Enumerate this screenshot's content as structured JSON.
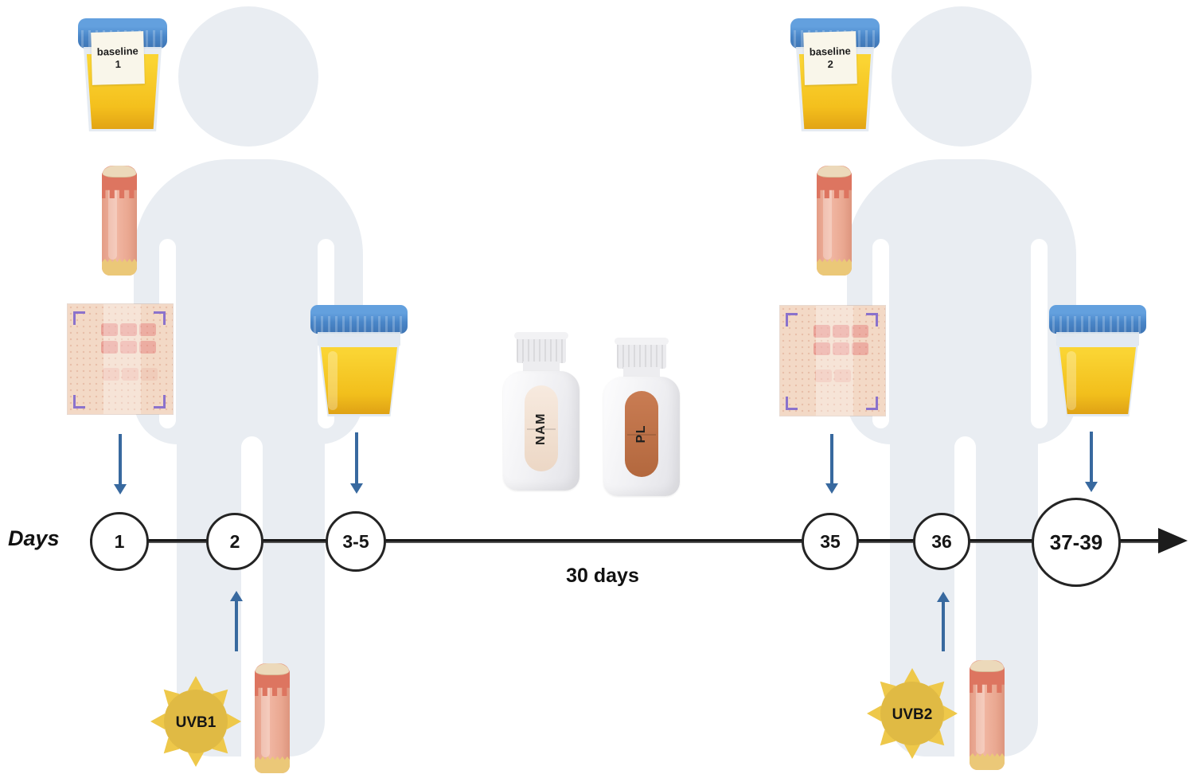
{
  "diagram": {
    "axis_label": "Days",
    "interval_label": "30 days",
    "timeline_points": [
      "1",
      "2",
      "3-5",
      "35",
      "36",
      "37-39"
    ],
    "baseline_samples": [
      {
        "line1": "baseline",
        "line2": "1"
      },
      {
        "line1": "baseline",
        "line2": "2"
      }
    ],
    "pill_bottles": [
      {
        "label": "NAM"
      },
      {
        "label": "PL"
      }
    ],
    "uvb_exposures": [
      {
        "label": "UVB1"
      },
      {
        "label": "UVB2"
      }
    ],
    "colors": {
      "silhouette": "#e9edf2",
      "lid_blue": "#4a86c8",
      "urine_yellow": "#f2bf1c",
      "arrow_blue": "#38699f",
      "sun_disc": "#e0ba44",
      "sun_rays": "#eec84a",
      "nam_capsule": "#f0ddcc",
      "pl_capsule": "#c0714a",
      "timeline_stroke": "#242424"
    }
  }
}
